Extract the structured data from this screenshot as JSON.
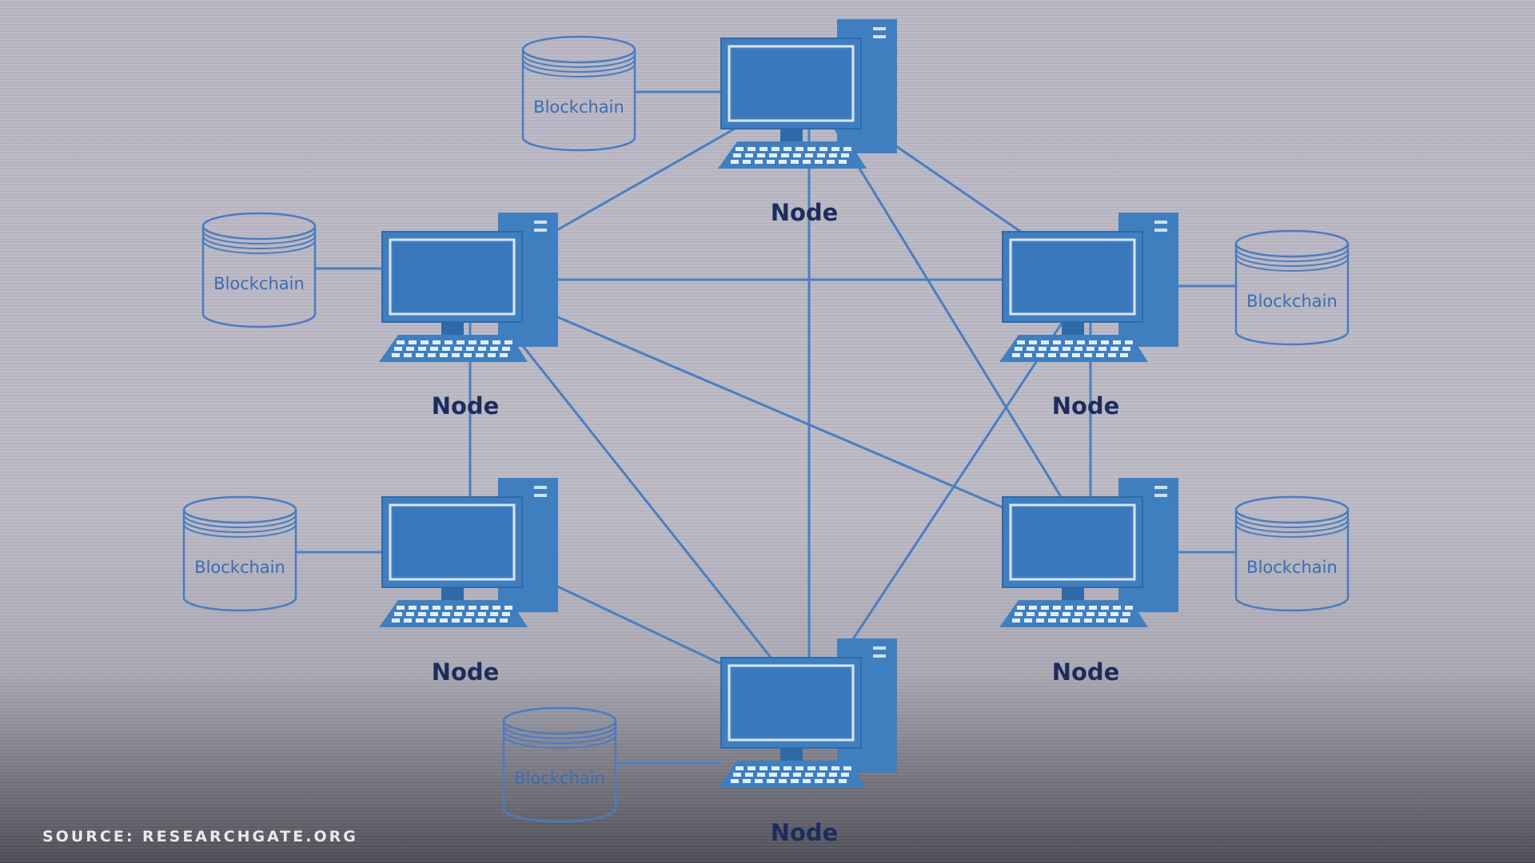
{
  "diagram": {
    "node_label": "Node",
    "database_label": "Blockchain",
    "nodes": [
      {
        "id": "top",
        "label": "Node"
      },
      {
        "id": "upper-left",
        "label": "Node"
      },
      {
        "id": "upper-right",
        "label": "Node"
      },
      {
        "id": "lower-left",
        "label": "Node"
      },
      {
        "id": "lower-right",
        "label": "Node"
      },
      {
        "id": "bottom",
        "label": "Node"
      }
    ],
    "databases": [
      {
        "node": "top",
        "label": "Blockchain"
      },
      {
        "node": "upper-left",
        "label": "Blockchain"
      },
      {
        "node": "upper-right",
        "label": "Blockchain"
      },
      {
        "node": "lower-left",
        "label": "Blockchain"
      },
      {
        "node": "lower-right",
        "label": "Blockchain"
      },
      {
        "node": "bottom",
        "label": "Blockchain"
      }
    ],
    "connections": [
      [
        "top",
        "upper-left"
      ],
      [
        "top",
        "upper-right"
      ],
      [
        "top",
        "bottom"
      ],
      [
        "top",
        "lower-right"
      ],
      [
        "upper-left",
        "upper-right"
      ],
      [
        "upper-left",
        "lower-left"
      ],
      [
        "upper-left",
        "bottom"
      ],
      [
        "upper-left",
        "lower-right"
      ],
      [
        "upper-right",
        "lower-right"
      ],
      [
        "upper-right",
        "bottom"
      ],
      [
        "lower-left",
        "bottom"
      ]
    ],
    "colors": {
      "computer": "#3f7fc0",
      "line": "#4a7fc0",
      "label": "#1c2d5c",
      "database": "#4a7cc0"
    }
  },
  "footer": {
    "source": "SOURCE: RESEARCHGATE.ORG"
  }
}
